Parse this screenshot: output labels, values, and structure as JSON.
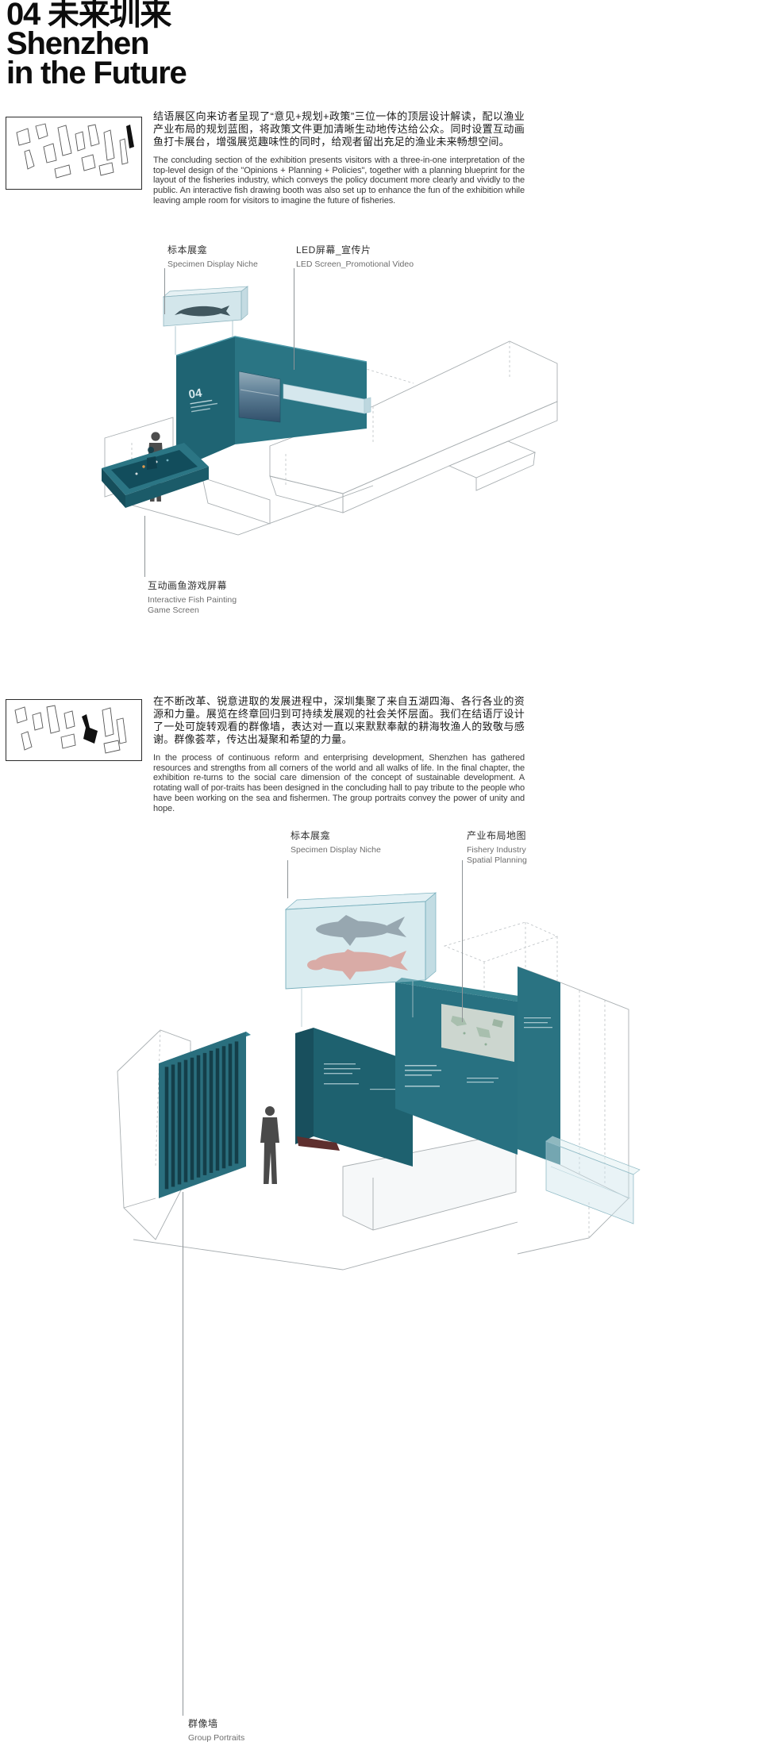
{
  "header": {
    "number": "04",
    "title_cn": "未来圳来",
    "title_en_line1": "Shenzhen",
    "title_en_line2": "in the Future"
  },
  "section1": {
    "cn": "结语展区向来访者呈现了“意见+规划+政策”三位一体的顶层设计解读，配以渔业产业布局的规划蓝图，将政策文件更加清晰生动地传达给公众。同时设置互动画鱼打卡展台，增强展览趣味性的同时，给观者留出充足的渔业未来畅想空间。",
    "en": "The concluding section of the exhibition presents visitors with a three-in-one interpretation of the top-level design of the \"Opinions + Planning + Policies\", together with a planning blueprint for the layout of the fisheries industry, which conveys the policy document more clearly and vividly to the public. An interactive fish drawing booth was also set up to enhance the fun of the exhibition while leaving ample room for visitors to imagine the future of fisheries.",
    "wall_text": "04",
    "labels": {
      "specimen_cn": "标本展龛",
      "specimen_en": "Specimen Display Niche",
      "led_cn": "LED屏幕_宣传片",
      "led_en": "LED Screen_Promotional Video",
      "fishgame_cn": "互动画鱼游戏屏幕",
      "fishgame_en1": "Interactive Fish Painting",
      "fishgame_en2": "Game Screen"
    }
  },
  "section2": {
    "cn": "在不断改革、锐意进取的发展进程中，深圳集聚了来自五湖四海、各行各业的资源和力量。展览在终章回归到可持续发展观的社会关怀层面。我们在结语厅设计了一处可旋转观看的群像墙，表达对一直以来默默奉献的耕海牧渔人的致敬与感谢。群像荟萃，传达出凝聚和希望的力量。",
    "en": "In the process of continuous reform and enterprising development, Shenzhen has gathered resources and strengths from all corners of the world and all walks of life. In the final chapter, the exhibition re-turns to the social care dimension of the concept of sustainable development. A rotating wall of por-traits has been designed in the concluding hall to pay tribute to the people who have been working on the sea and fishermen. The group portraits convey the power of unity and hope.",
    "labels": {
      "specimen_cn": "标本展龛",
      "specimen_en": "Specimen Display Niche",
      "industry_cn": "产业布局地图",
      "industry_en1": "Fishery Industry",
      "industry_en2": "Spatial Planning",
      "portraits_cn": "群像墙",
      "portraits_en": "Group Portraits"
    }
  },
  "colors": {
    "teal": "#2a7382",
    "teal_dark": "#1d5f6e",
    "glass_blue": "#cfe3ea",
    "line_gray": "#a8aeb1",
    "silhouette": "#4a4a4a"
  }
}
